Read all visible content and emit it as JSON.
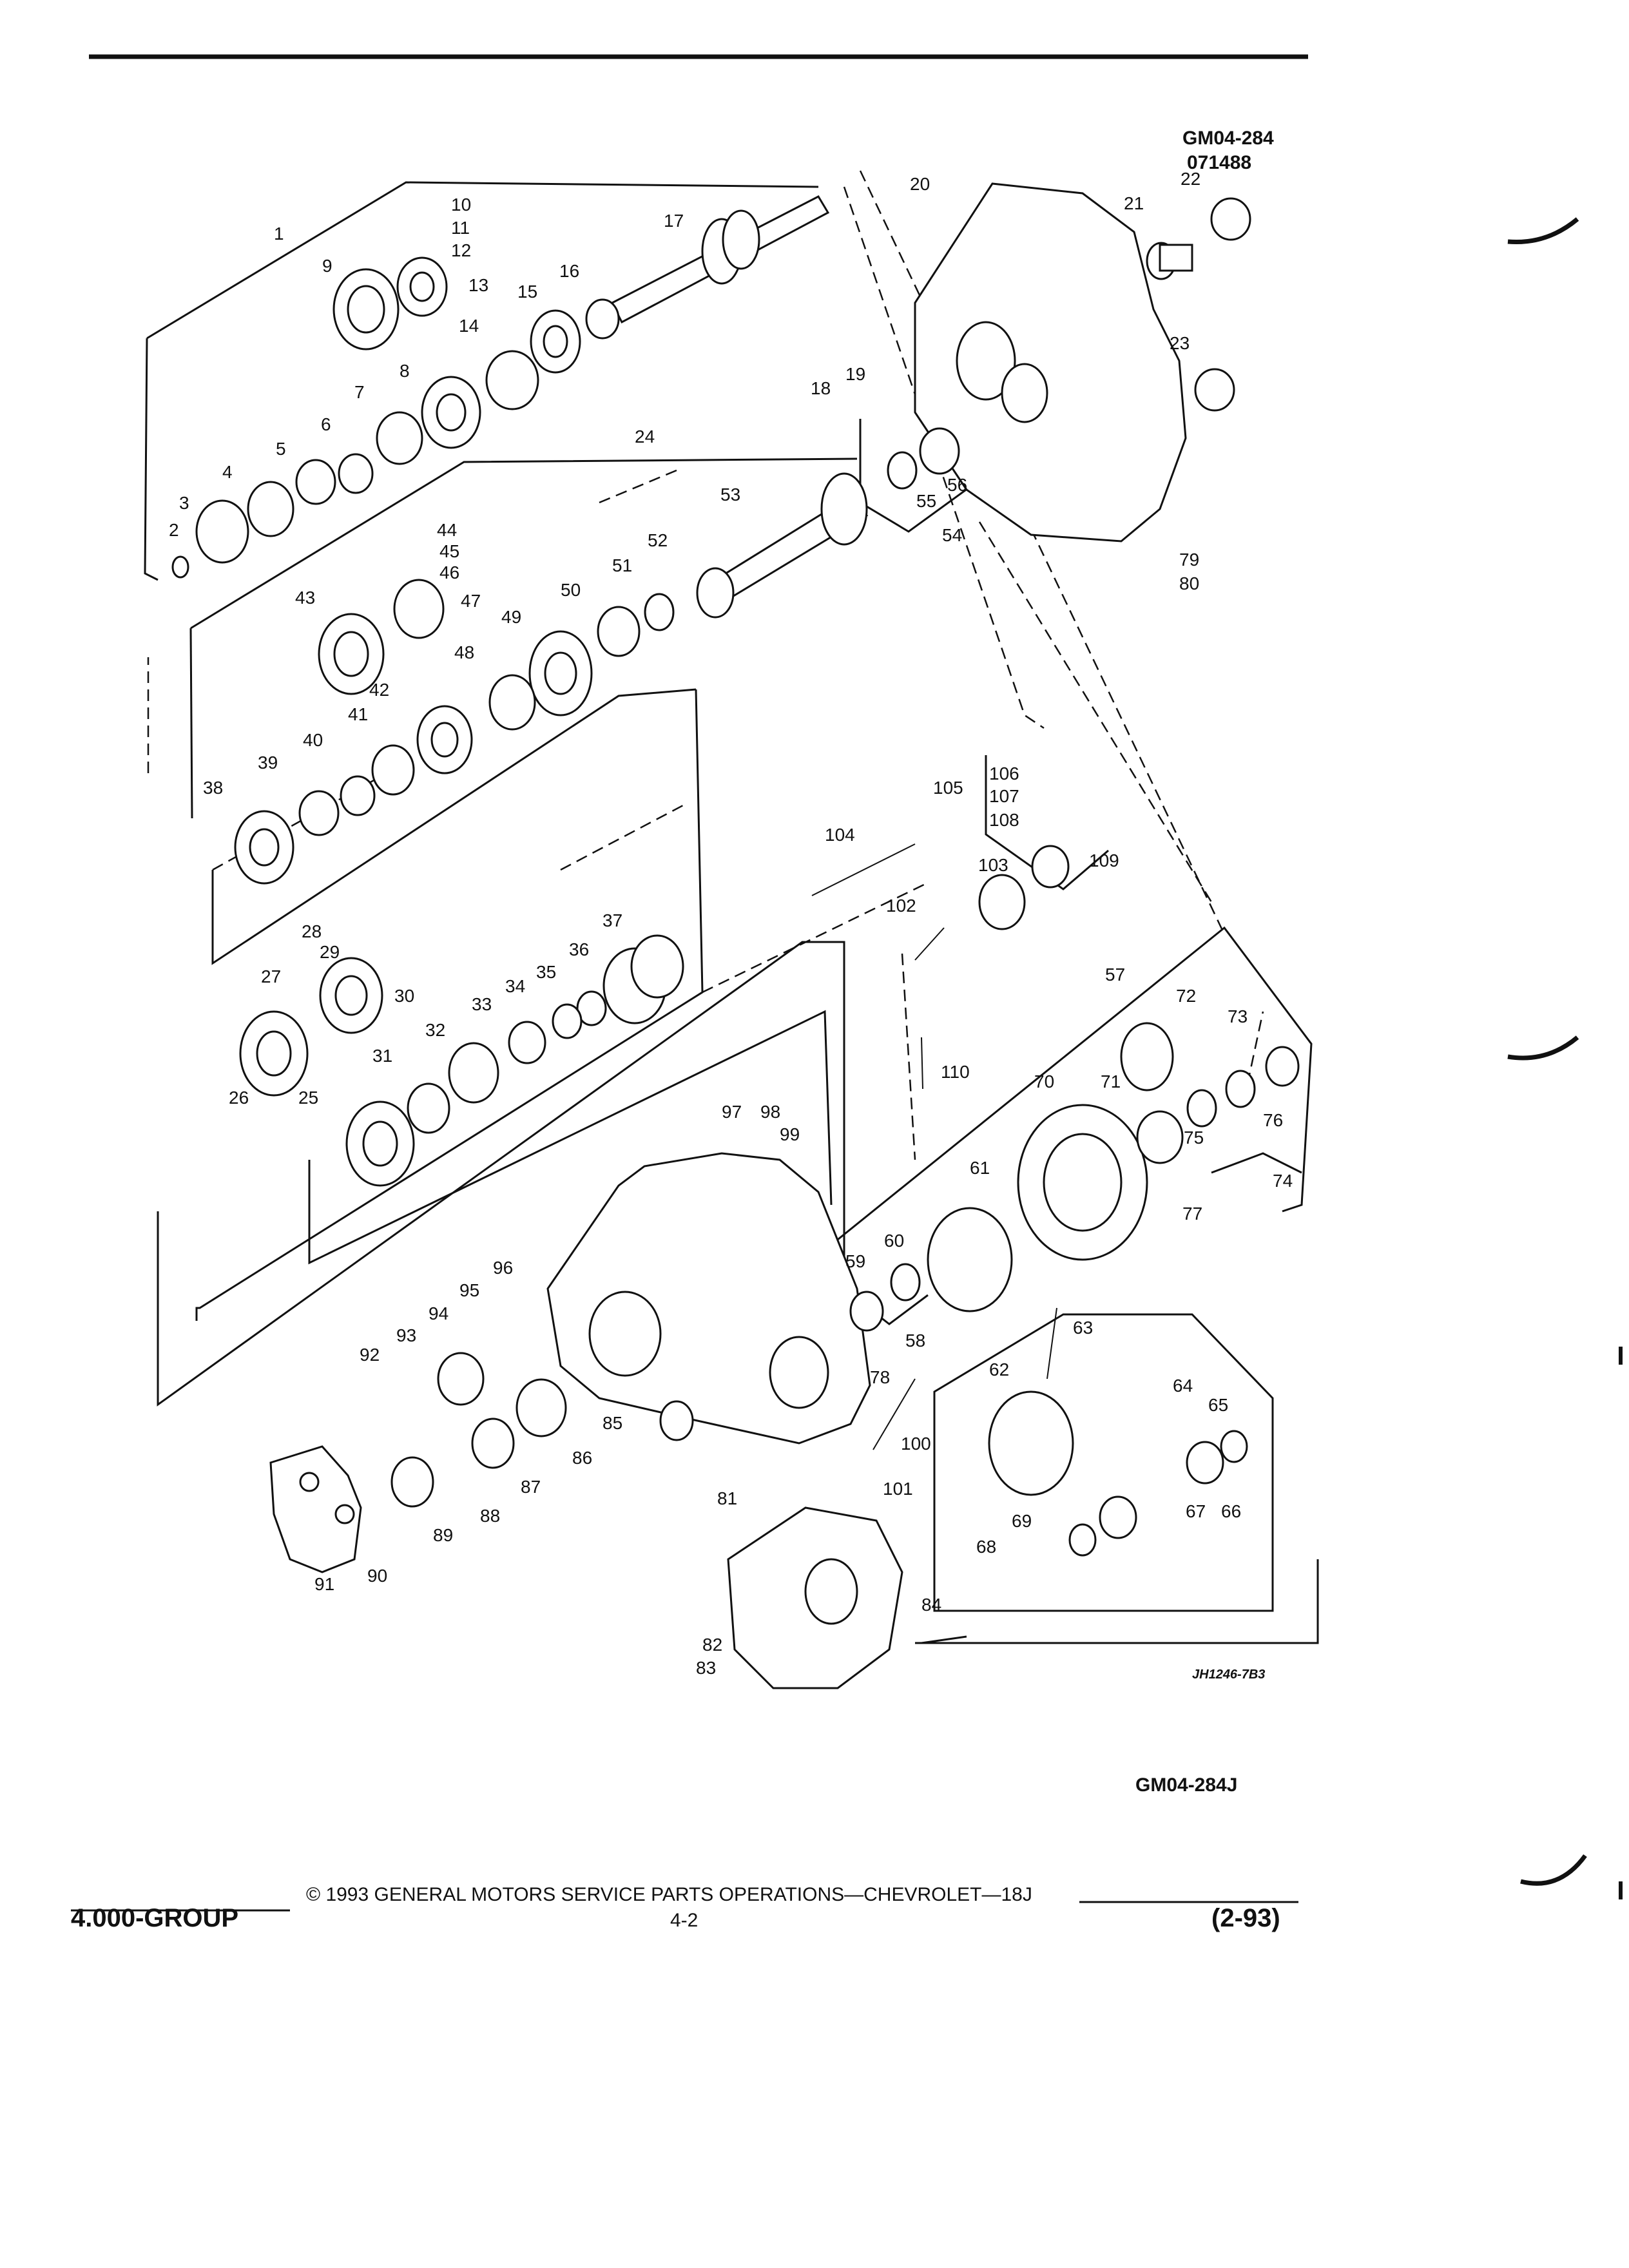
{
  "header": {
    "figure_code": "GM04-284",
    "figure_date": "071488"
  },
  "art_code": "JH1246-7B3",
  "figure_id": "GM04-284J",
  "footer": {
    "group": "4.000-GROUP",
    "copyright": "© 1993 GENERAL MOTORS SERVICE PARTS OPERATIONS—CHEVROLET—18J",
    "page": "4-2",
    "revision": "(2-93)"
  },
  "callouts": [
    "1",
    "2",
    "3",
    "4",
    "5",
    "6",
    "7",
    "8",
    "9",
    "10",
    "11",
    "12",
    "13",
    "14",
    "15",
    "16",
    "17",
    "18",
    "19",
    "20",
    "21",
    "22",
    "23",
    "24",
    "25",
    "26",
    "27",
    "28",
    "29",
    "30",
    "31",
    "32",
    "33",
    "34",
    "35",
    "36",
    "37",
    "38",
    "39",
    "40",
    "41",
    "42",
    "43",
    "44",
    "45",
    "46",
    "47",
    "48",
    "49",
    "50",
    "51",
    "52",
    "53",
    "54",
    "55",
    "56",
    "57",
    "58",
    "59",
    "60",
    "61",
    "62",
    "63",
    "64",
    "65",
    "66",
    "67",
    "68",
    "69",
    "70",
    "71",
    "72",
    "73",
    "74",
    "75",
    "76",
    "77",
    "78",
    "79",
    "80",
    "81",
    "82",
    "83",
    "84",
    "85",
    "86",
    "87",
    "88",
    "89",
    "90",
    "91",
    "92",
    "93",
    "94",
    "95",
    "96",
    "97",
    "98",
    "99",
    "100",
    "101",
    "102",
    "103",
    "104",
    "105",
    "106",
    "107",
    "108",
    "109",
    "110"
  ]
}
